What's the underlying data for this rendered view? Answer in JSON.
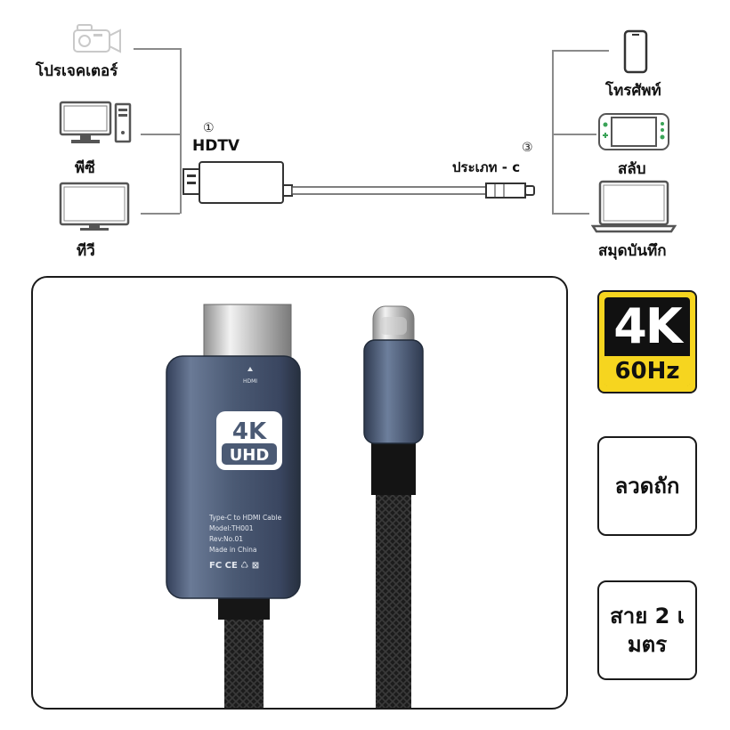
{
  "diagram": {
    "devices_left": [
      {
        "label": "โปรเจคเตอร์",
        "icon": "projector-icon"
      },
      {
        "label": "พีซี",
        "icon": "pc-icon"
      },
      {
        "label": "ทีวี",
        "icon": "tv-icon"
      }
    ],
    "devices_right": [
      {
        "label": "โทรศัพท์",
        "icon": "phone-icon"
      },
      {
        "label": "สลับ",
        "icon": "game-console-icon"
      },
      {
        "label": "สมุดบันทึก",
        "icon": "laptop-icon"
      }
    ],
    "port_left": {
      "number": "①",
      "label": "HDTV"
    },
    "port_right": {
      "number": "③",
      "label": "ประเภท - c"
    }
  },
  "product": {
    "hdmi_mark": "HDMI",
    "uhd_top": "4K",
    "uhd_bottom": "UHD",
    "spec_lines": [
      "Type-C to HDMI Cable",
      "Model:TH001",
      "Rev:No.01",
      "Made in China"
    ],
    "cert_marks": "FC CE ♺ ⊠"
  },
  "badges": {
    "resolution": "4K",
    "refresh": "60Hz",
    "braided": "ลวดถัก",
    "length_line1": "สาย 2 เ",
    "length_line2": "มตร"
  },
  "colors": {
    "badge_yellow": "#f6d51f",
    "connector_blue": "#4a5a72",
    "braid_black": "#1c1c1c"
  }
}
